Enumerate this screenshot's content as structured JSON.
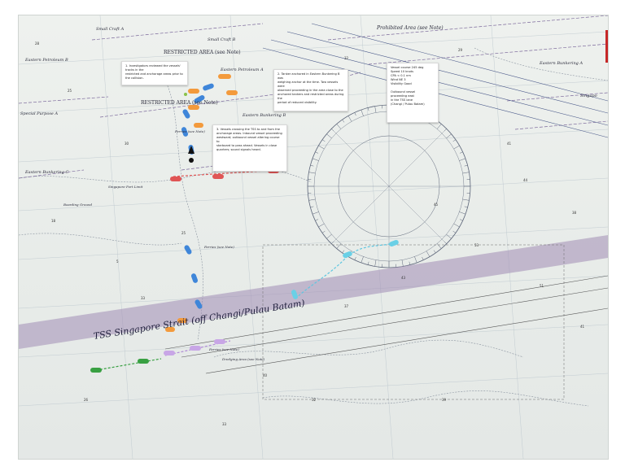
{
  "chart": {
    "area_labels": [
      {
        "text": "Small Craft A",
        "size": 5
      },
      {
        "text": "Small Craft B",
        "size": 5
      },
      {
        "text": "RESTRICTED AREA (see Note)",
        "size": 6
      },
      {
        "text": "Eastern Petroleum B",
        "size": 5
      },
      {
        "text": "Eastern Petroleum A",
        "size": 5
      },
      {
        "text": "RESTRICTED AREA (see Note)",
        "size": 6
      },
      {
        "text": "Special Purpose A",
        "size": 5
      },
      {
        "text": "Eastern Bunkering B",
        "size": 5
      },
      {
        "text": "Eastern Bunkering C",
        "size": 5
      },
      {
        "text": "Eastern Bunkering A",
        "size": 5
      },
      {
        "text": "Prohibited Area (see Note)",
        "size": 6
      },
      {
        "text": "Singapore Port Limit",
        "size": 4
      },
      {
        "text": "Ferries (see Note)",
        "size": 4
      },
      {
        "text": "Ferries (see Note)",
        "size": 4
      },
      {
        "text": "Ferries (see Note)",
        "size": 4
      },
      {
        "text": "Boarding Ground",
        "size": 4
      },
      {
        "text": "Dredging Area (see Note)",
        "size": 4
      },
      {
        "text": "Singapo",
        "size": 5
      }
    ],
    "tss_label": "TSS Singapore Strait (off Changi/Pulau Batam)",
    "depths": [
      "28",
      "25",
      "30",
      "31",
      "32",
      "29",
      "41",
      "18",
      "45",
      "53",
      "43",
      "37",
      "51",
      "41",
      "40",
      "32",
      "39",
      "25",
      "5",
      "33",
      "26",
      "44",
      "38",
      "33"
    ],
    "notes": [
      {
        "text": "1. Investigators reviewed the vessels' tracks in the\nrestricted and anchorage areas prior to the collision."
      },
      {
        "text": "2. Tanker anchored in Eastern Bunkering B was\nweighing anchor at the time. Two vessels were\nobserved proceeding in the area close to the\nanchored tankers and restricted areas during the\nperiod of reduced visibility."
      },
      {
        "text": "3. Vessels crossing the TSS to and from the\nanchorage areas. Inbound vessel proceeding\nwestward; outbound vessel altering course to\nstarboard to pass ahead. Vessels in close\nquarters; sound signals heard."
      },
      {
        "text": "Vessel course 245 deg\nSpeed 10 knots\nCPA < 0.1 nm\nWind NE 3\nVisibility Good\n\nOutbound vessel\nproceeding east\nin the TSS lane\n(Changi / Pulau Batam)"
      }
    ]
  },
  "vessels": [
    {
      "color": "#f39a3c",
      "label": "orange-vessel"
    },
    {
      "color": "#3f86d9",
      "label": "blue-vessel"
    },
    {
      "color": "#e05555",
      "label": "red-vessel"
    },
    {
      "color": "#c8a6e6",
      "label": "purple-vessel"
    },
    {
      "color": "#38a042",
      "label": "green-vessel"
    },
    {
      "color": "#6ad0e6",
      "label": "cyan-vessel"
    }
  ]
}
